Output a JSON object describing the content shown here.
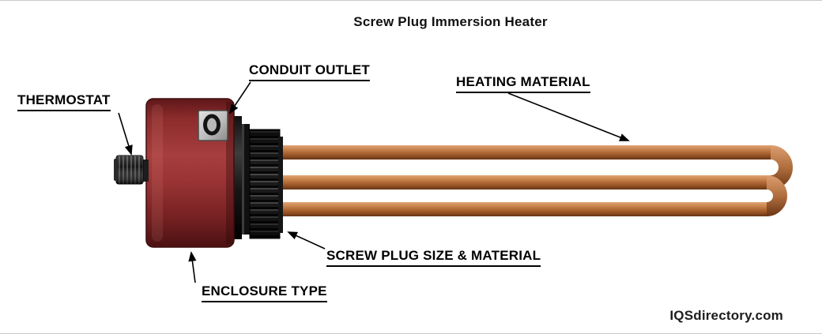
{
  "title": "Screw Plug Immersion Heater",
  "labels": {
    "thermostat": "THERMOSTAT",
    "conduit_outlet": "CONDUIT OUTLET",
    "heating_material": "HEATING MATERIAL",
    "screw_plug": "SCREW PLUG SIZE & MATERIAL",
    "enclosure": "ENCLOSURE TYPE"
  },
  "watermark": "IQSdirectory.com",
  "palette": {
    "background": "#ffffff",
    "label_text": "#000000",
    "enclosure_red": "#96322f",
    "copper": "#b97546",
    "plug_black": "#1a1a1a",
    "outlet_gray": "#c2c2c2"
  }
}
